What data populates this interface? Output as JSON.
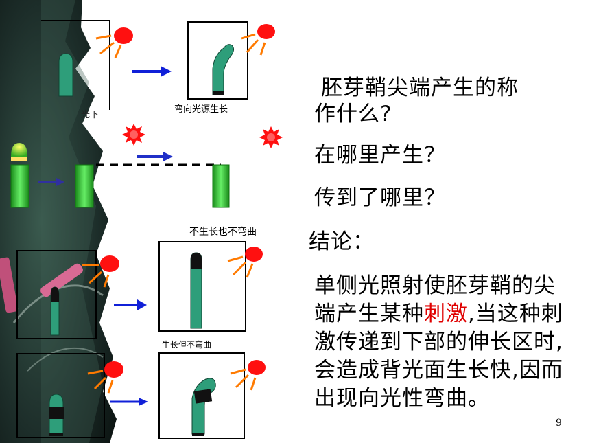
{
  "captions": {
    "exp1_left": "光下",
    "exp1_right": "弯向光源生长",
    "exp3_right": "不生长也不弯曲",
    "exp4_right": "生长但不弯曲"
  },
  "questions": {
    "q1_line1": "胚芽鞘尖端产生的称",
    "q1_line2": "作什么?",
    "q2": "在哪里产生？",
    "q3": "传到了哪里？"
  },
  "conclusion": {
    "heading": "结论：",
    "line1": "单侧光照射使胚芽鞘的尖",
    "line2_pre": "端产生某种",
    "line2_highlight": "刺激",
    "line2_post": ",当这种刺",
    "line3": "激传递到下部的伸长区时,",
    "line4": "会造成背光面生长快,因而",
    "line5": "出现向光性弯曲。"
  },
  "page_number": "9",
  "colors": {
    "seedling": "#2e9e7a",
    "arrow": "#1020d8",
    "sun": "#ff1010",
    "ray": "#ff7a00",
    "highlight": "#e00000",
    "agar": "#33cc33"
  }
}
